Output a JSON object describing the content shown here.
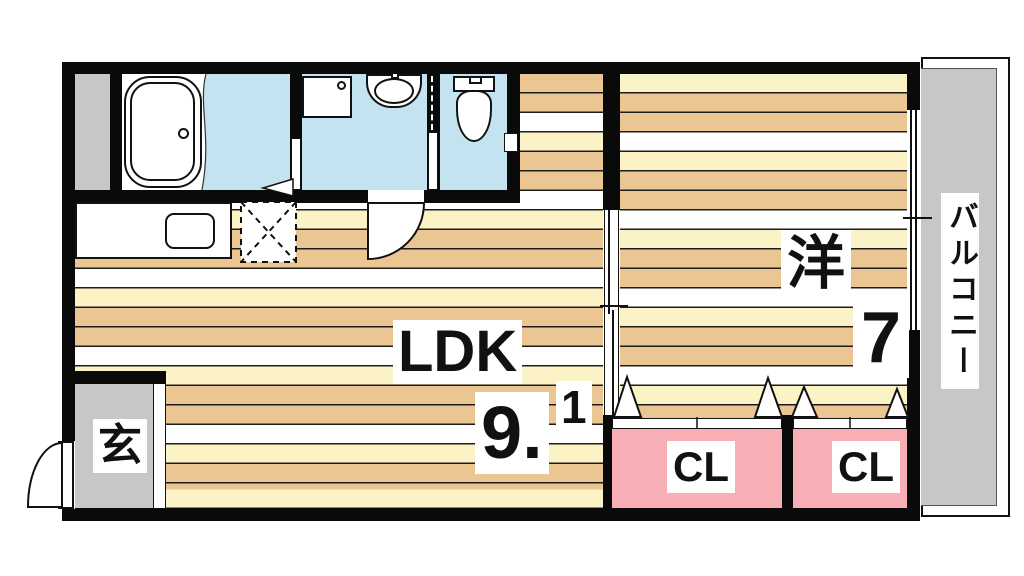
{
  "floor_plan": {
    "rooms": {
      "ldk": {
        "label": "LDK",
        "size_main": "9.",
        "size_sup": "1"
      },
      "western": {
        "label": "洋",
        "size": "7"
      },
      "closet_left": {
        "label": "CL"
      },
      "closet_right": {
        "label": "CL"
      },
      "entrance": {
        "label": "玄"
      },
      "balcony": {
        "label": "バルコニー"
      }
    },
    "colors": {
      "wall": "#0a0a0a",
      "line": "#1c1c1c",
      "ink": "#111111",
      "tan": "#ecc692",
      "cream": "#fbf3c6",
      "wet": "#c3e3f1",
      "pink": "#f7afb5",
      "gray": "#c7c7c7"
    }
  }
}
